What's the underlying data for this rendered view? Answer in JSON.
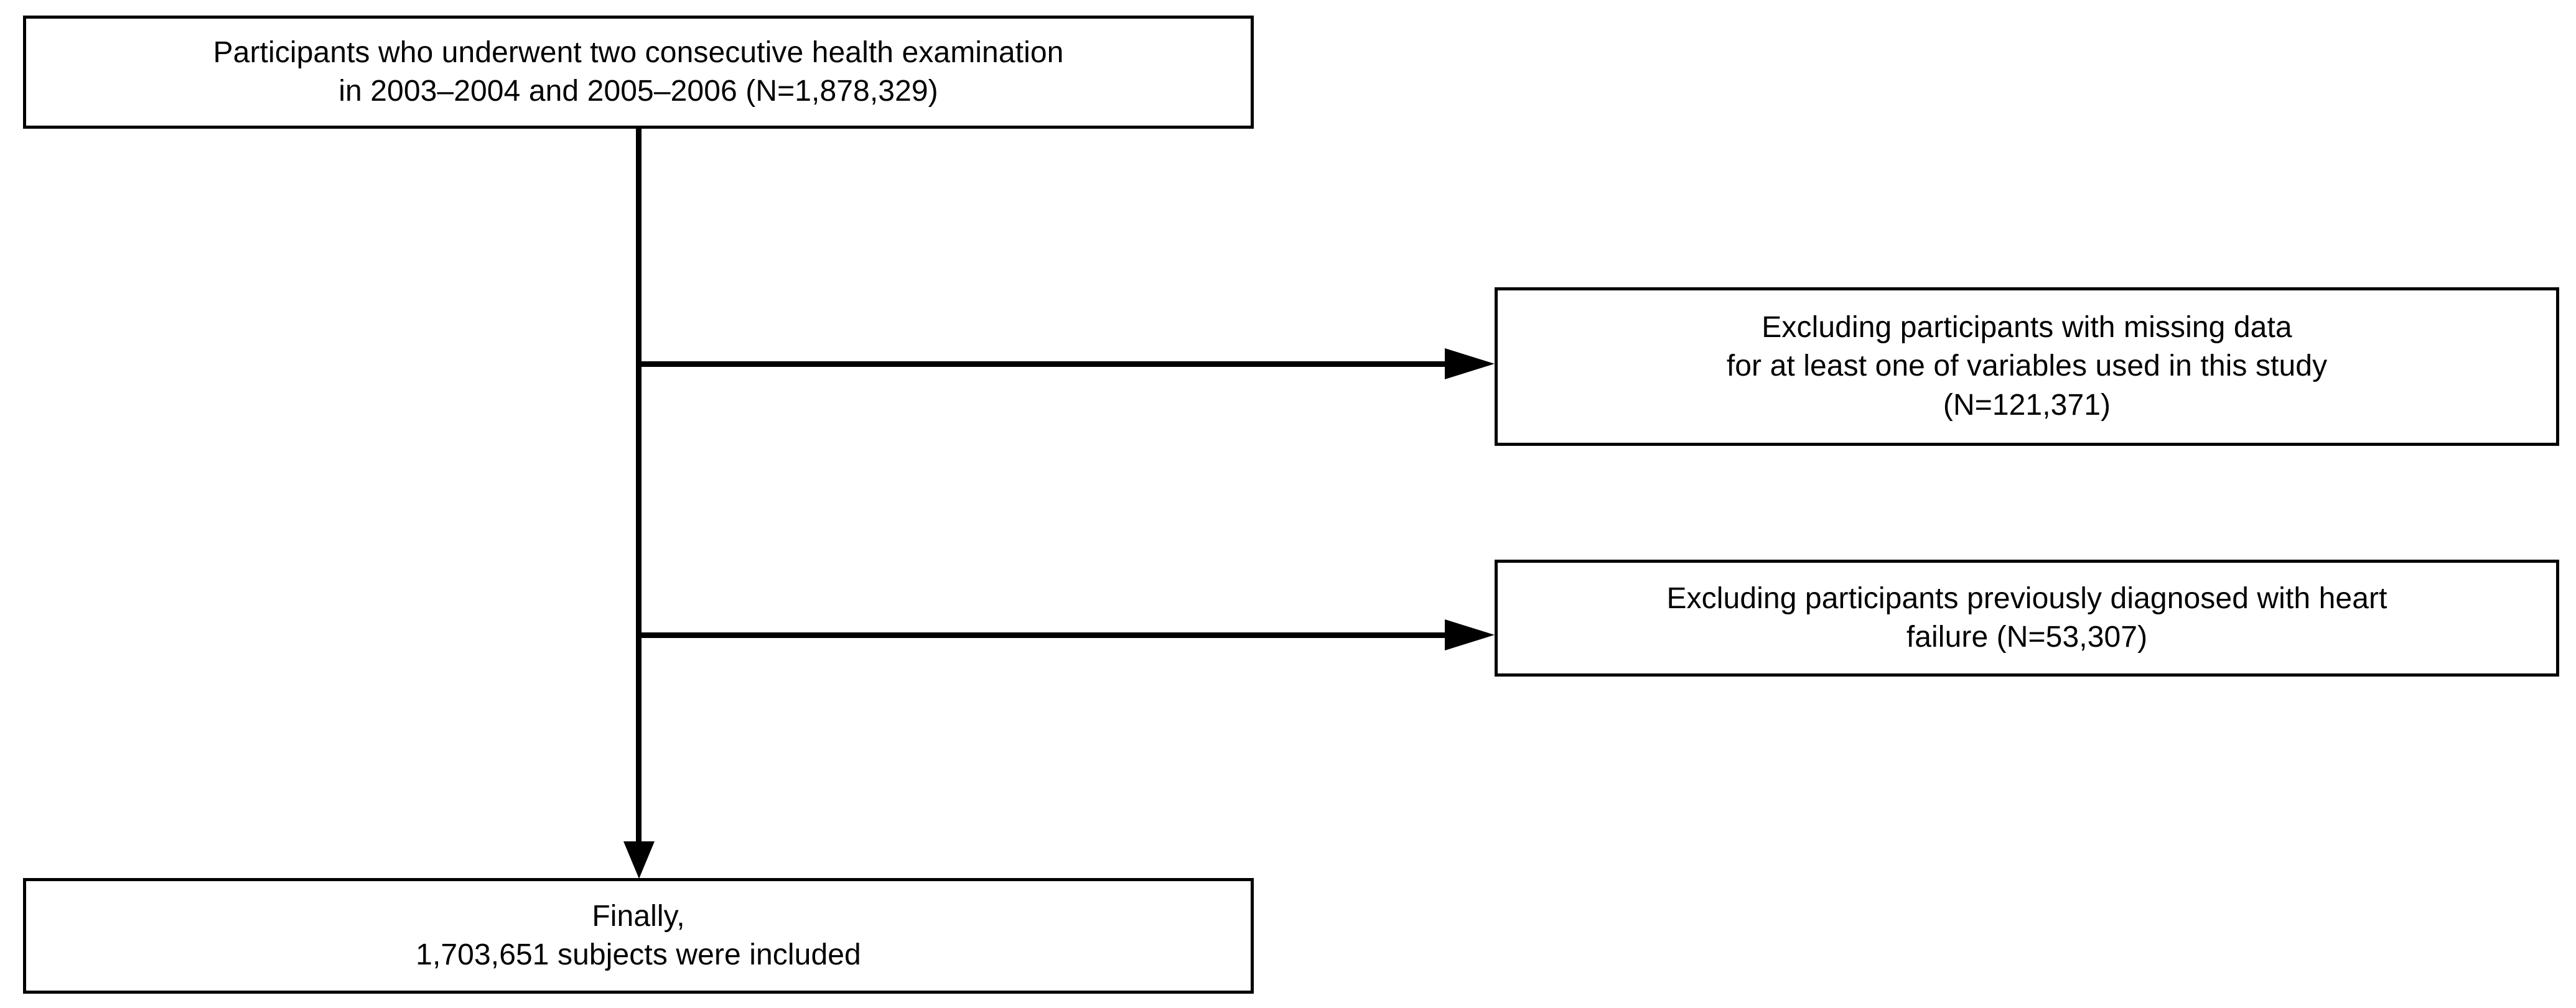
{
  "figure": {
    "type": "study-participant-flow-diagram",
    "colors": {
      "stroke": "#000000",
      "fill": "#ffffff",
      "text": "#000000"
    }
  },
  "nodes": {
    "enrolled": {
      "label": "Participants who underwent two consecutive  health examination\nin 2003–2004 and 2005–2006 (N=1,878,329)",
      "line1": "Participants who underwent two consecutive  health examination",
      "line2": "in 2003–2004 and 2005–2006 (N=1,878,329)",
      "count": "1,878,329",
      "count_text": "N=1,878,329",
      "periods": [
        "2003–2004",
        "2005–2006"
      ]
    },
    "exclusion_1": {
      "label": "Excluding participants with missing data\nfor at least one of variables used in this study\n(N=121,371)",
      "line1": "Excluding participants with missing data",
      "line2": "for at least one of variables used in this study",
      "line3": "(N=121,371)",
      "count": "121,371",
      "count_text": "(N=121,371)"
    },
    "exclusion_2": {
      "label": "Excluding participants previously diagnosed with heart\nfailure (N=53,307)",
      "line1": "Excluding participants previously diagnosed with heart",
      "line2": "failure (N=53,307)",
      "count": "53,307",
      "count_text": "(N=53,307)"
    },
    "final": {
      "label": "Finally,\n1,703,651 subjects were included",
      "line1": "Finally,",
      "line2": "1,703,651 subjects were included",
      "count": "1,703,651"
    }
  },
  "connectors": [
    {
      "name": "spine-main",
      "from": "enrolled",
      "to": "final",
      "direction": "down",
      "arrowhead": true
    },
    {
      "name": "branch-1",
      "from": "spine-main",
      "to": "exclusion_1",
      "direction": "right",
      "arrowhead": true
    },
    {
      "name": "branch-2",
      "from": "spine-main",
      "to": "exclusion_2",
      "direction": "right",
      "arrowhead": true
    }
  ]
}
